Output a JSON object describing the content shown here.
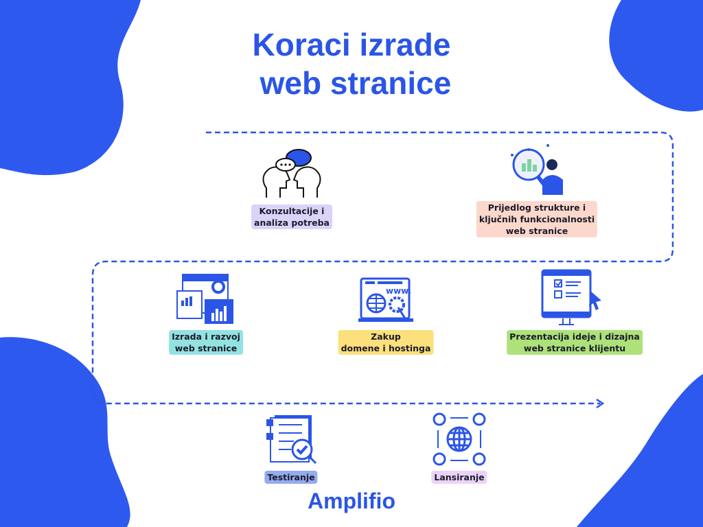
{
  "title": {
    "line1": "Koraci izrade",
    "line2": "web stranice"
  },
  "colors": {
    "brand": "#2b55e6"
  },
  "steps": [
    {
      "label_lines": [
        "Konzultacije i",
        "analiza potreba"
      ],
      "icon": "people-talking-icon",
      "color": "#dcd3f8"
    },
    {
      "label_lines": [
        "Prijedlog strukture i",
        "ključnih funkcionalnosti",
        "web stranice"
      ],
      "icon": "magnifier-person-icon",
      "color": "#fbd8cb"
    },
    {
      "label_lines": [
        "Izrada i razvoj",
        "web stranice"
      ],
      "icon": "dashboard-charts-icon",
      "color": "#93e2e2"
    },
    {
      "label_lines": [
        "Zakup",
        "domene i hostinga"
      ],
      "icon": "www-globe-gear-icon",
      "color": "#fbe07c"
    },
    {
      "label_lines": [
        "Prezentacija ideje i dizajna",
        "web stranice klijentu"
      ],
      "icon": "monitor-checklist-icon",
      "color": "#ade27a"
    },
    {
      "label_lines": [
        "Testiranje"
      ],
      "icon": "document-check-icon",
      "color": "#94abee"
    },
    {
      "label_lines": [
        "Lansiranje"
      ],
      "icon": "globe-network-icon",
      "color": "#ead3f8"
    }
  ],
  "logo": "Amplifio"
}
